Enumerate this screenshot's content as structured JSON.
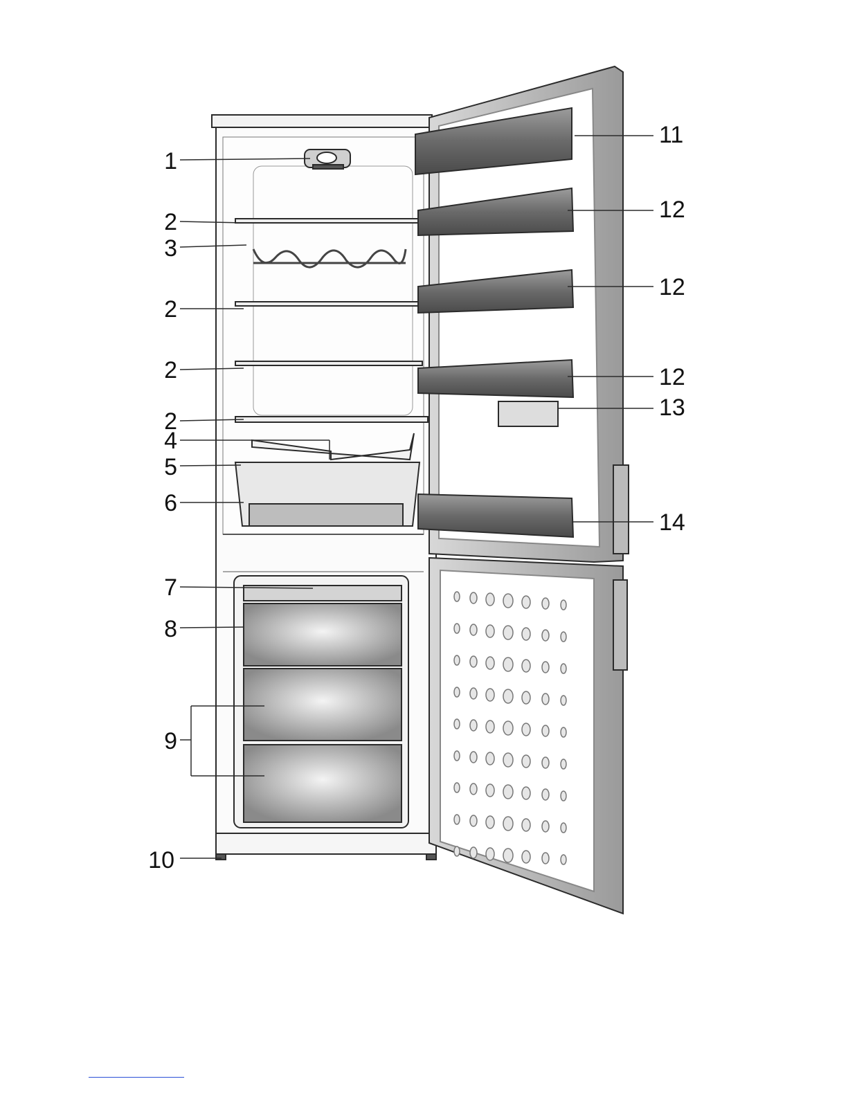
{
  "callouts": [
    {
      "number": "1"
    },
    {
      "number": "2"
    },
    {
      "number": "3"
    },
    {
      "number": "2"
    },
    {
      "number": "2"
    },
    {
      "number": "2"
    },
    {
      "number": "4"
    },
    {
      "number": "5"
    },
    {
      "number": "6"
    },
    {
      "number": "7"
    },
    {
      "number": "8"
    },
    {
      "number": "9"
    },
    {
      "number": "10"
    },
    {
      "number": "11"
    },
    {
      "number": "12"
    },
    {
      "number": "12"
    },
    {
      "number": "12"
    },
    {
      "number": "13"
    },
    {
      "number": "14"
    }
  ],
  "colors": {
    "outline": "#2b2b2b",
    "door_shelf": "#6e6e6e",
    "drawer": "#9a9a9a",
    "background": "#ffffff",
    "footer_link": "#2a4fd6"
  }
}
